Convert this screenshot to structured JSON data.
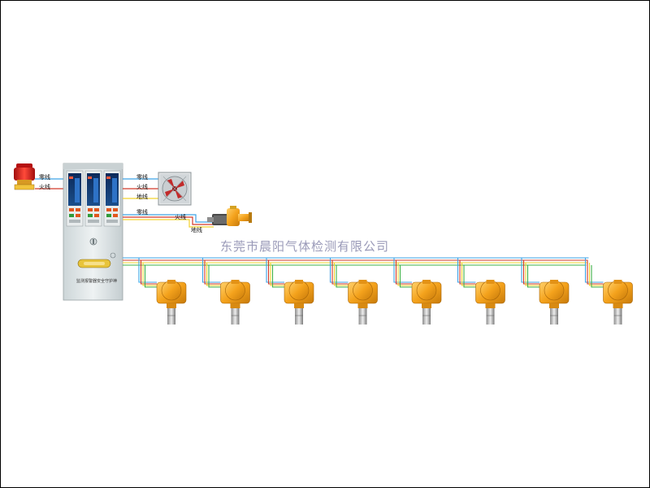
{
  "wire_labels": {
    "neutral": "零线",
    "live": "火线",
    "ground": "地线"
  },
  "watermark": "东莞市晨阳气体检测有限公司",
  "controller": {
    "channels": 3,
    "caption_left": "监测报警器",
    "caption_right": "安全守护神"
  },
  "detectors": {
    "count": 8
  },
  "colors": {
    "wire_blue": "#3ea3e8",
    "wire_red": "#d23a2a",
    "wire_yellow": "#f2d22e",
    "wire_green": "#3fb24a",
    "detector_orange": "#f4a21c",
    "panel_body": "#dfe6e8",
    "watermark": "#9a9ab8"
  },
  "icons": [
    "alarm-strobe-icon",
    "exhaust-fan-icon",
    "solenoid-valve-icon",
    "gas-detector-icon"
  ]
}
